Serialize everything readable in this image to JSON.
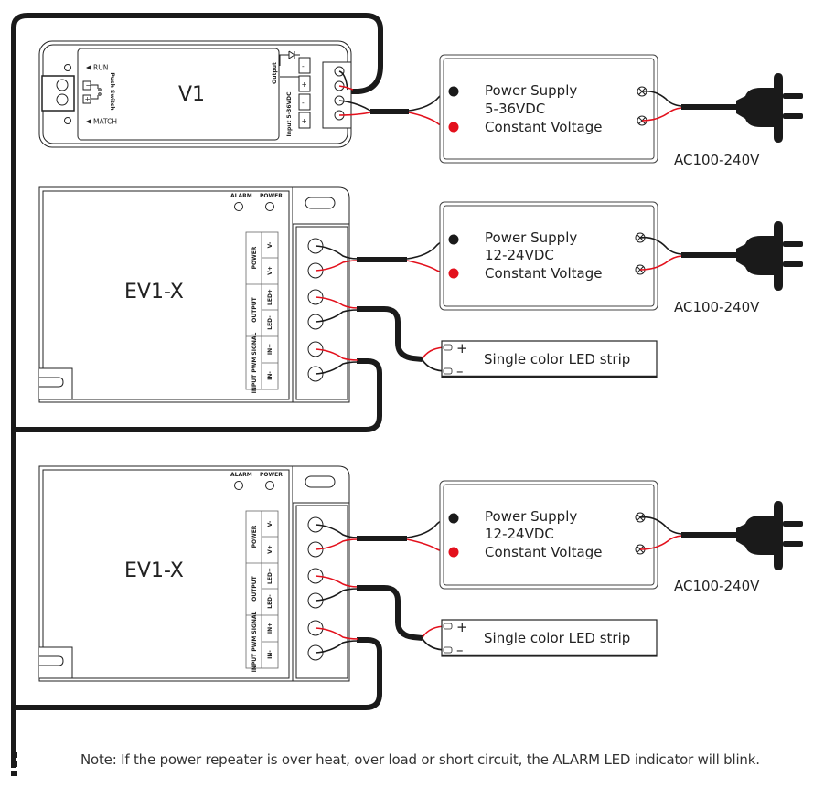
{
  "diagram": {
    "title": "Power repeater wiring diagram",
    "colors": {
      "wire_black": "#1a1a1a",
      "wire_red": "#e3101c",
      "outline": "#222222"
    },
    "controller": {
      "name": "V1",
      "run_label": "RUN",
      "match_label": "MATCH",
      "push_switch_label": "Push Switch",
      "output_label": "Output",
      "input_label": "Input 5-36VDC",
      "terminals": [
        "-",
        "+",
        "-",
        "+"
      ]
    },
    "repeaters": [
      {
        "name": "EV1-X",
        "alarm_label": "ALARM",
        "power_label": "POWER",
        "groups": [
          {
            "label": "POWER",
            "pins": [
              "V-",
              "V+"
            ]
          },
          {
            "label": "OUTPUT",
            "pins": [
              "LED+",
              "LED-"
            ]
          },
          {
            "label": "INPUT PWM SIGNAL",
            "pins": [
              "IN+",
              "IN-"
            ]
          }
        ]
      },
      {
        "name": "EV1-X",
        "alarm_label": "ALARM",
        "power_label": "POWER",
        "groups": [
          {
            "label": "POWER",
            "pins": [
              "V-",
              "V+"
            ]
          },
          {
            "label": "OUTPUT",
            "pins": [
              "LED+",
              "LED-"
            ]
          },
          {
            "label": "INPUT PWM SIGNAL",
            "pins": [
              "IN+",
              "IN-"
            ]
          }
        ]
      }
    ],
    "power_supplies": [
      {
        "line1": "Power Supply",
        "line2": "5-36VDC",
        "line3": "Constant Voltage",
        "ac_label": "AC100-240V"
      },
      {
        "line1": "Power Supply",
        "line2": "12-24VDC",
        "line3": "Constant Voltage",
        "ac_label": "AC100-240V"
      },
      {
        "line1": "Power Supply",
        "line2": "12-24VDC",
        "line3": "Constant Voltage",
        "ac_label": "AC100-240V"
      }
    ],
    "led_strips": [
      {
        "label": "Single color LED strip",
        "plus": "+",
        "minus": "–"
      },
      {
        "label": "Single color LED strip",
        "plus": "+",
        "minus": "–"
      }
    ]
  },
  "note": "Note: If the power repeater is over heat, over load or short circuit, the ALARM LED indicator will blink."
}
